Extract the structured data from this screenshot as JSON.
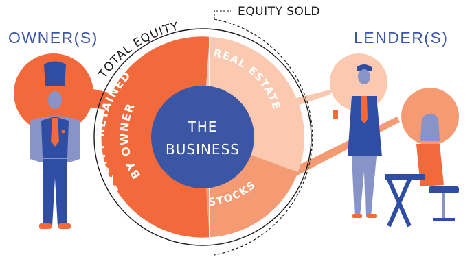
{
  "labels": {
    "owners": "OWNER(S)",
    "lenders": "LENDER(S)",
    "equity_sold": "EQUITY SOLD",
    "total_equity": "TOTAL EQUITY"
  },
  "center": {
    "line1": "THE",
    "line2": "BUSINESS"
  },
  "segments": {
    "retained_line1": "EQUITY RETAINED",
    "retained_line2": "BY OWNER",
    "real_estate": "REAL ESTATE",
    "stocks": "STOCKS"
  },
  "colors": {
    "retained": "#f26a3b",
    "real_estate": "#fbc8b0",
    "stocks": "#f59b74",
    "center": "#3a56a5",
    "label_blue": "#3a56a5"
  },
  "icons": {
    "owner": "standing-man-figure",
    "lender_1": "businessman-with-phone-figure",
    "lender_2": "seated-woman-at-desk-figure"
  }
}
